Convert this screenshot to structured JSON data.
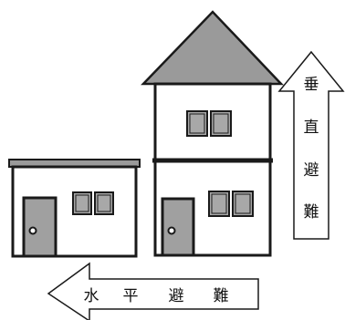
{
  "labels": {
    "vertical": [
      "垂",
      "直",
      "避",
      "難"
    ],
    "horizontal": [
      "水",
      "平",
      "避",
      "難"
    ]
  },
  "colors": {
    "outline": "#1a1a1a",
    "roof": "#9a9a9a",
    "window": "#a8a8a8",
    "door": "#a0a0a0",
    "background": "#ffffff"
  }
}
